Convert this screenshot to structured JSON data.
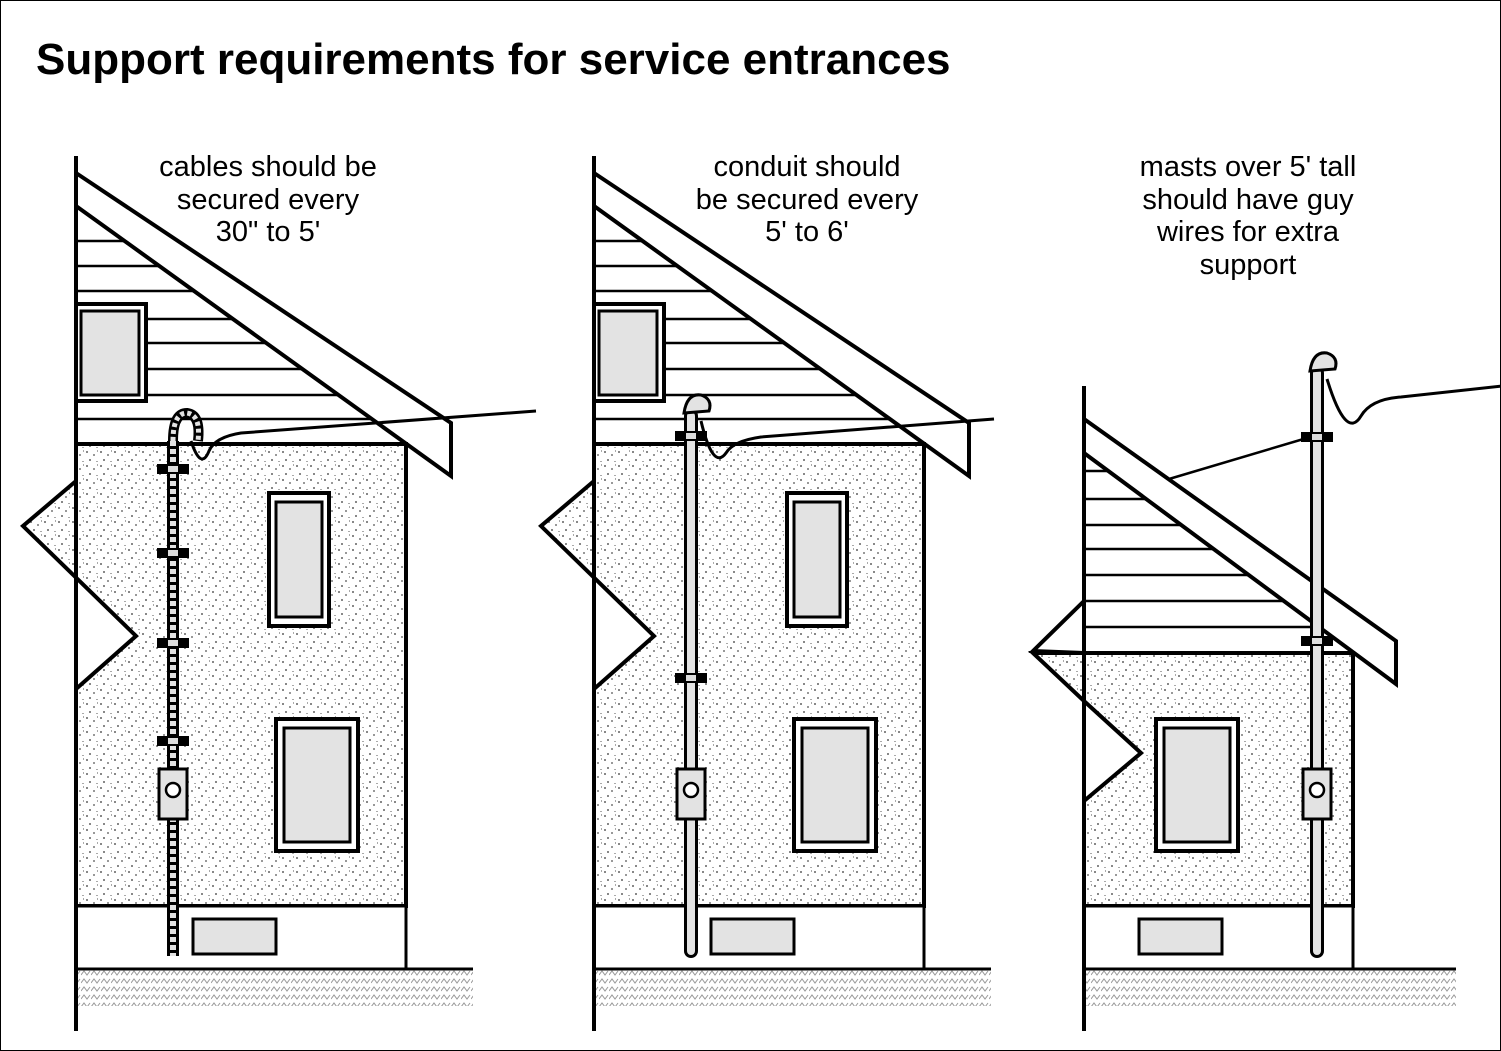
{
  "title": "Support requirements for service entrances",
  "panels": [
    {
      "caption": [
        "cables should be",
        "secured every",
        "30\" to 5'"
      ]
    },
    {
      "caption": [
        "conduit should",
        "be secured every",
        "5' to 6'"
      ]
    },
    {
      "caption": [
        "masts over 5' tall",
        "should have guy",
        "wires for extra",
        "support"
      ]
    }
  ],
  "colors": {
    "line": "#000000",
    "fill": "#e3e3e3",
    "stipple": "#888888"
  }
}
